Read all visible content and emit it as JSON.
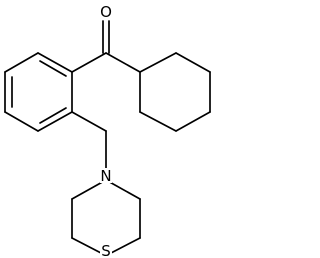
{
  "molecule": {
    "atoms": [
      {
        "id": "oxygen",
        "symbol": "O"
      },
      {
        "id": "nitrogen",
        "symbol": "N"
      },
      {
        "id": "sulfur",
        "symbol": "S"
      }
    ],
    "rings": [
      "benzene",
      "cyclohexane",
      "thiomorpholine"
    ],
    "colors": {
      "bond": "#000000",
      "background": "#ffffff"
    }
  }
}
